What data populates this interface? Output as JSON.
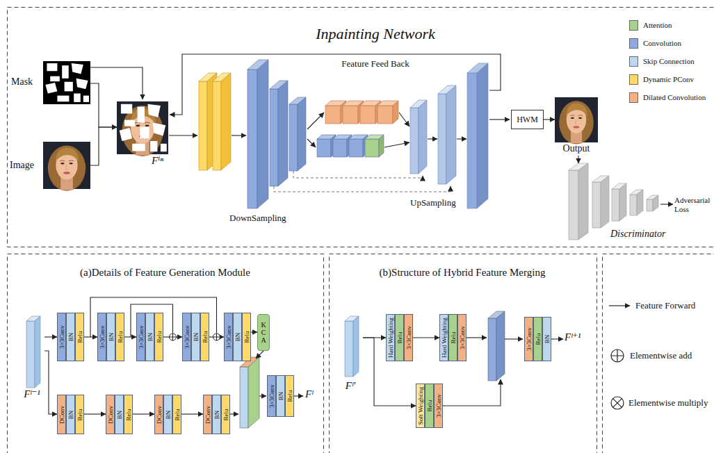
{
  "diagram": {
    "nodes": [
      {
        "text": [
          "Mask"
        ]
      },
      {
        "text": [
          "Image"
        ]
      },
      {
        "text": [
          "Fⁱⁿ"
        ]
      },
      {
        "text": [
          "HWM"
        ]
      },
      {
        "text": [
          "Output"
        ]
      },
      {
        "text": [
          "Discriminator"
        ]
      },
      {
        "text": [
          "Fˡ⁻¹"
        ]
      },
      {
        "text": [
          "3×3Conv",
          "BN",
          "Relu"
        ]
      },
      {
        "text": [
          "3×3Conv",
          "BN",
          "Relu"
        ]
      },
      {
        "text": [
          "3×3Conv",
          "BN",
          "Relu"
        ]
      },
      {
        "text": [
          "3×3Conv",
          "BN",
          "Relu"
        ]
      },
      {
        "text": [
          "3×3Conv",
          "BN",
          "Relu"
        ]
      },
      {
        "text": [
          "KCA"
        ]
      },
      {
        "text": [
          "DConv",
          "BN",
          "Relu"
        ]
      },
      {
        "text": [
          "DConv",
          "BN",
          "Relu"
        ]
      },
      {
        "text": [
          "DConv",
          "BN",
          "Relu"
        ]
      },
      {
        "text": [
          "DConv",
          "BN",
          "Relu"
        ]
      },
      {
        "text": [
          "3×3Conv",
          "BN",
          "Relu"
        ]
      },
      {
        "text": [
          "Fˡ′"
        ]
      },
      {
        "text": [
          "Hard Weighting",
          "Relu",
          "3×3Conv"
        ]
      },
      {
        "text": [
          "Hard Weighting",
          "Relu",
          "3×3Conv"
        ]
      },
      {
        "text": [
          "Soft Weighting",
          "Relu",
          "3×3Conv"
        ]
      },
      {
        "text": [
          "3×3Conv",
          "Relu",
          "BN"
        ]
      }
    ],
    "edges": [
      {
        "from": 0,
        "to": 2,
        "arrow": "to"
      },
      {
        "from": 1,
        "to": 2,
        "arrow": "to"
      },
      {
        "from": 3,
        "to": 4,
        "arrow": "to"
      },
      {
        "from": 4,
        "to": 5,
        "arrow": "to"
      },
      {
        "from": 6,
        "to": 7,
        "arrow": "to"
      },
      {
        "from": 6,
        "to": 13,
        "arrow": "to"
      },
      {
        "from": 7,
        "to": 8,
        "arrow": "to"
      },
      {
        "from": 8,
        "to": 9,
        "arrow": "to"
      },
      {
        "from": 9,
        "to": 10,
        "arrow": "to"
      },
      {
        "from": 10,
        "to": 11,
        "arrow": "to"
      },
      {
        "from": 11,
        "to": 12,
        "arrow": "to"
      },
      {
        "from": 13,
        "to": 14,
        "arrow": "to"
      },
      {
        "from": 14,
        "to": 15,
        "arrow": "to"
      },
      {
        "from": 15,
        "to": 16,
        "arrow": "to"
      },
      {
        "from": 18,
        "to": 19,
        "arrow": "to"
      },
      {
        "from": 19,
        "to": 20,
        "arrow": "to"
      },
      {
        "from": 18,
        "to": 21,
        "arrow": "to"
      }
    ],
    "labels": [
      "Inpainting Network",
      "Feature Feed Back",
      "DownSampling",
      "UpSampling",
      "Adversarial Loss",
      "(a)Details of Feature Generation Module",
      "Fˡ",
      "(b)Structure of Hybrid Feature Merging",
      "Fˡ⁺¹"
    ],
    "legend": [
      {
        "text": "Attention",
        "color": "#A9D18E"
      },
      {
        "text": "Convolution",
        "color": "#8FAADC"
      },
      {
        "text": "Skip Connection",
        "color": "#BDD7EE"
      },
      {
        "text": "Dynamic PConv",
        "color": "#FFD966"
      },
      {
        "text": "Dilated Convolution",
        "color": "#F4B183"
      },
      {
        "text": "Feature Forward"
      },
      {
        "text": "Elementwise add"
      },
      {
        "text": "Elementwise multiply"
      }
    ]
  }
}
